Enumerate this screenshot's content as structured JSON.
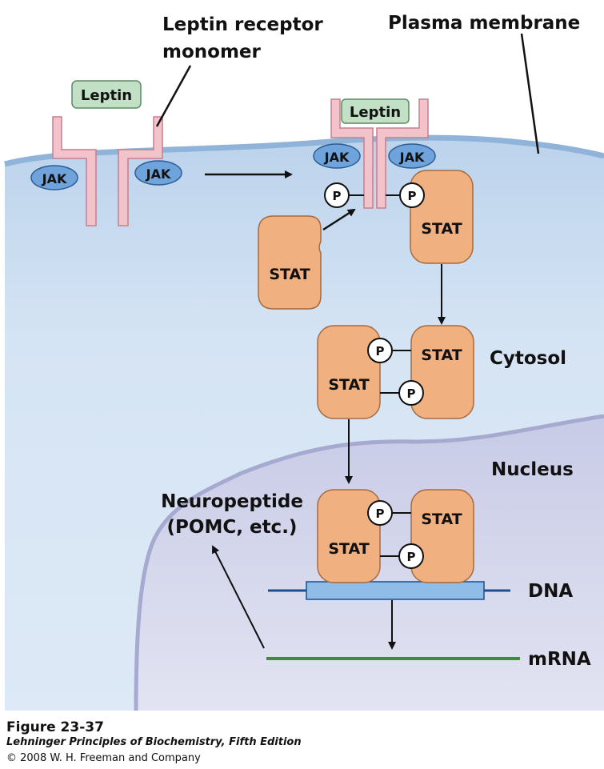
{
  "labels": {
    "receptor": [
      "Leptin receptor",
      "monomer"
    ],
    "membrane": "Plasma membrane",
    "cytosol": "Cytosol",
    "nucleus": "Nucleus",
    "neuropeptide": [
      "Neuropeptide",
      "(POMC, etc.)"
    ],
    "dna": "DNA",
    "mrna": "mRNA"
  },
  "molecules": {
    "leptin": "Leptin",
    "jak": "JAK",
    "stat": "STAT",
    "phosphate": "P"
  },
  "caption": {
    "figure": "Figure 23-37",
    "book": "Lehninger Principles of Biochemistry, Fifth Edition",
    "copyright": "© 2008 W. H. Freeman and Company"
  },
  "colors": {
    "cytosol": "#d2e2f3",
    "nucleus": "#dbdcee",
    "membrane": "#8fb3d9",
    "receptor": "#f3c3cb",
    "receptor_stroke": "#c77f8c",
    "leptin": "#c2e0c6",
    "jak": "#6fa3dc",
    "stat": "#f0b07f",
    "dna": "#8fbde8",
    "dna_line": "#1c4f8c",
    "mrna": "#3e8a3e"
  }
}
